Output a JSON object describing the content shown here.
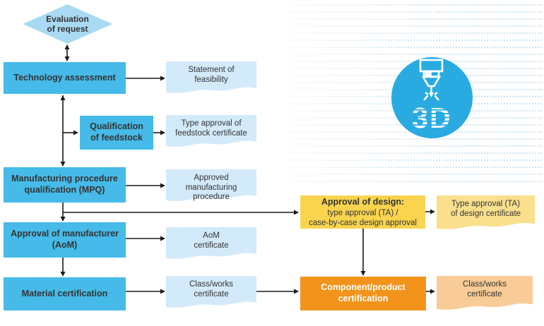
{
  "colors": {
    "process_blue": "#46bae8",
    "decision_blue": "#a9daf3",
    "doc_blue": "#d3eafa",
    "design_yellow": "#fad44f",
    "doc_yellow": "#fae08d",
    "cert_orange": "#f2941c",
    "doc_orange": "#f8cb97",
    "circle_blue": "#29abe2",
    "dots_blue": "#cfe3f2",
    "arrow_color": "#1a1a1a",
    "text_dark": "#333333",
    "text_light": "#ffffff"
  },
  "nodes": {
    "evaluation": {
      "lines": [
        "Evaluation",
        "of request"
      ]
    },
    "technology": {
      "lines": [
        "Technology assessment"
      ]
    },
    "feasibility": {
      "lines": [
        "Statement of",
        "feasibility"
      ]
    },
    "feedstock": {
      "lines": [
        "Qualification",
        "of feedstock"
      ]
    },
    "feedstock_cert": {
      "lines": [
        "Type approval of",
        "feedstock certificate"
      ]
    },
    "mpq": {
      "lines": [
        "Manufacturing procedure",
        "qualification (MPQ)"
      ]
    },
    "mpq_doc": {
      "lines": [
        "Approved manufacturing",
        "procedure"
      ]
    },
    "aom": {
      "lines": [
        "Approval of manufacturer",
        "(AoM)"
      ]
    },
    "aom_cert": {
      "lines": [
        "AoM",
        "certificate"
      ]
    },
    "material": {
      "lines": [
        "Material certification"
      ]
    },
    "material_cert": {
      "lines": [
        "Class/works",
        "certificate"
      ]
    },
    "design": {
      "title": "Approval of design:",
      "lines": [
        "type approval (TA) /",
        "case-by-case design approval"
      ]
    },
    "design_cert": {
      "lines": [
        "Type approval (TA)",
        "of design certificate"
      ]
    },
    "component": {
      "lines": [
        "Component/product",
        "certification"
      ]
    },
    "component_cert": {
      "lines": [
        "Class/works",
        "certificate"
      ]
    }
  },
  "icon": {
    "name": "3d-printing-icon",
    "label": "3D"
  }
}
